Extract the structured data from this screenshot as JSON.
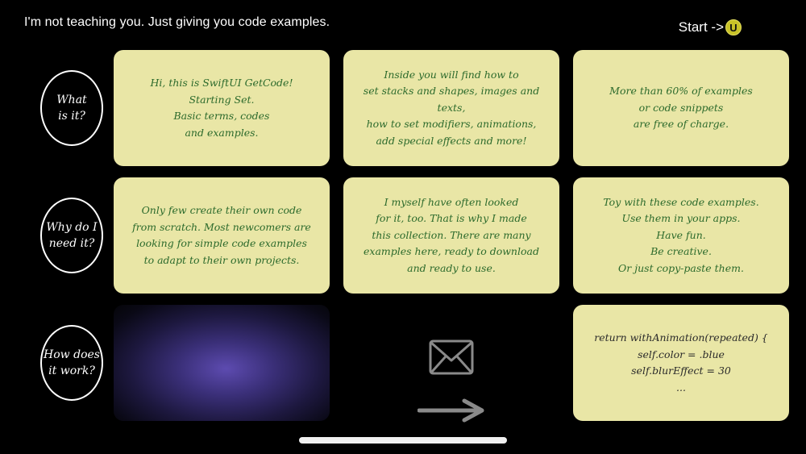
{
  "header": {
    "text": "I'm not teaching you. Just giving you code examples.",
    "start_label": "Start ->",
    "start_badge": "U"
  },
  "rows": [
    {
      "label": "What\nis it?"
    },
    {
      "label": "Why do I\nneed it?"
    },
    {
      "label": "How does\nit work?"
    }
  ],
  "cards": {
    "what_1": "Hi, this is SwiftUI GetCode!\nStarting Set.\nBasic terms, codes\nand examples.",
    "what_2": "Inside you will find how to\nset stacks and shapes, images and texts,\nhow to set modifiers, animations,\nadd special effects and more!",
    "what_3": "More than 60% of examples\nor code snippets\nare free of charge.",
    "why_1": "Only few create their own code\nfrom scratch. Most newcomers are\nlooking for simple code examples\nto adapt to their own projects.",
    "why_2": "I myself  have often looked\nfor it, too. That is why I made\nthis collection. There are many\nexamples here, ready to download\nand ready to use.",
    "why_3": "Toy with these code examples.\nUse them in your apps.\nHave fun.\nBe creative.\nOr just copy-paste them.",
    "how_code": "return withAnimation(repeated) {\nself.color = .blue\nself.blurEffect = 30\n..."
  },
  "icons": {
    "mail": "envelope-icon",
    "arrow": "arrow-right-icon"
  },
  "colors": {
    "card_bg": "#e9e6a6",
    "card_text": "#2c6a2c",
    "badge": "#c8c228",
    "glow": "#5d4bb0"
  }
}
